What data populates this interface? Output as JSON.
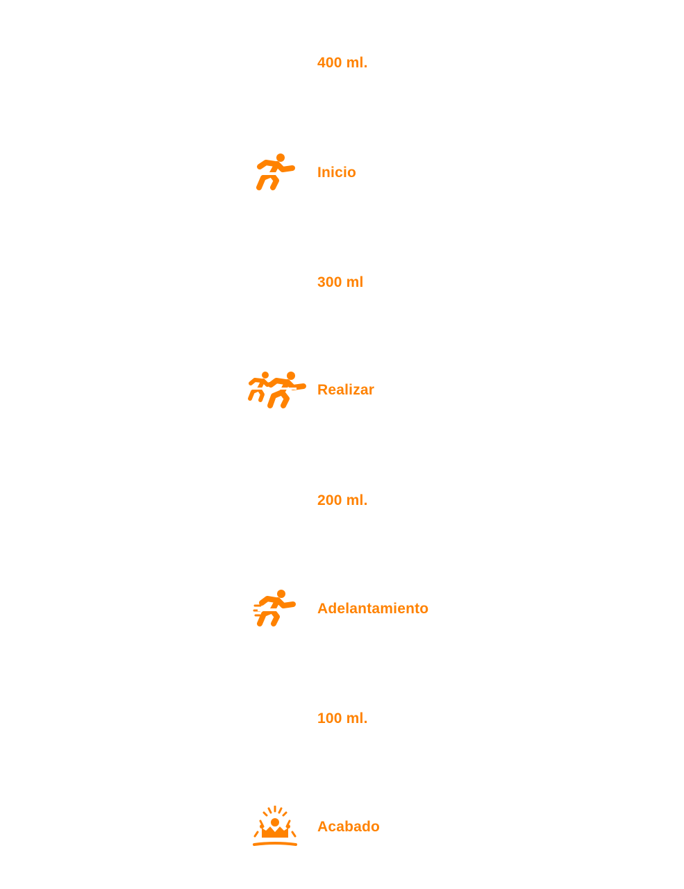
{
  "theme": {
    "accent": "#FF8200",
    "background": "#FFFFFF"
  },
  "steps": [
    {
      "label": "400 ml.",
      "icon": "none"
    },
    {
      "label": "Inicio",
      "icon": "runner-icon"
    },
    {
      "label": "300 ml",
      "icon": "none"
    },
    {
      "label": "Realizar",
      "icon": "two-runners-icon"
    },
    {
      "label": "200 ml.",
      "icon": "none"
    },
    {
      "label": "Adelantamiento",
      "icon": "sprinting-runner-icon"
    },
    {
      "label": "100 ml.",
      "icon": "none"
    },
    {
      "label": "Acabado",
      "icon": "celebration-crown-icon"
    }
  ]
}
